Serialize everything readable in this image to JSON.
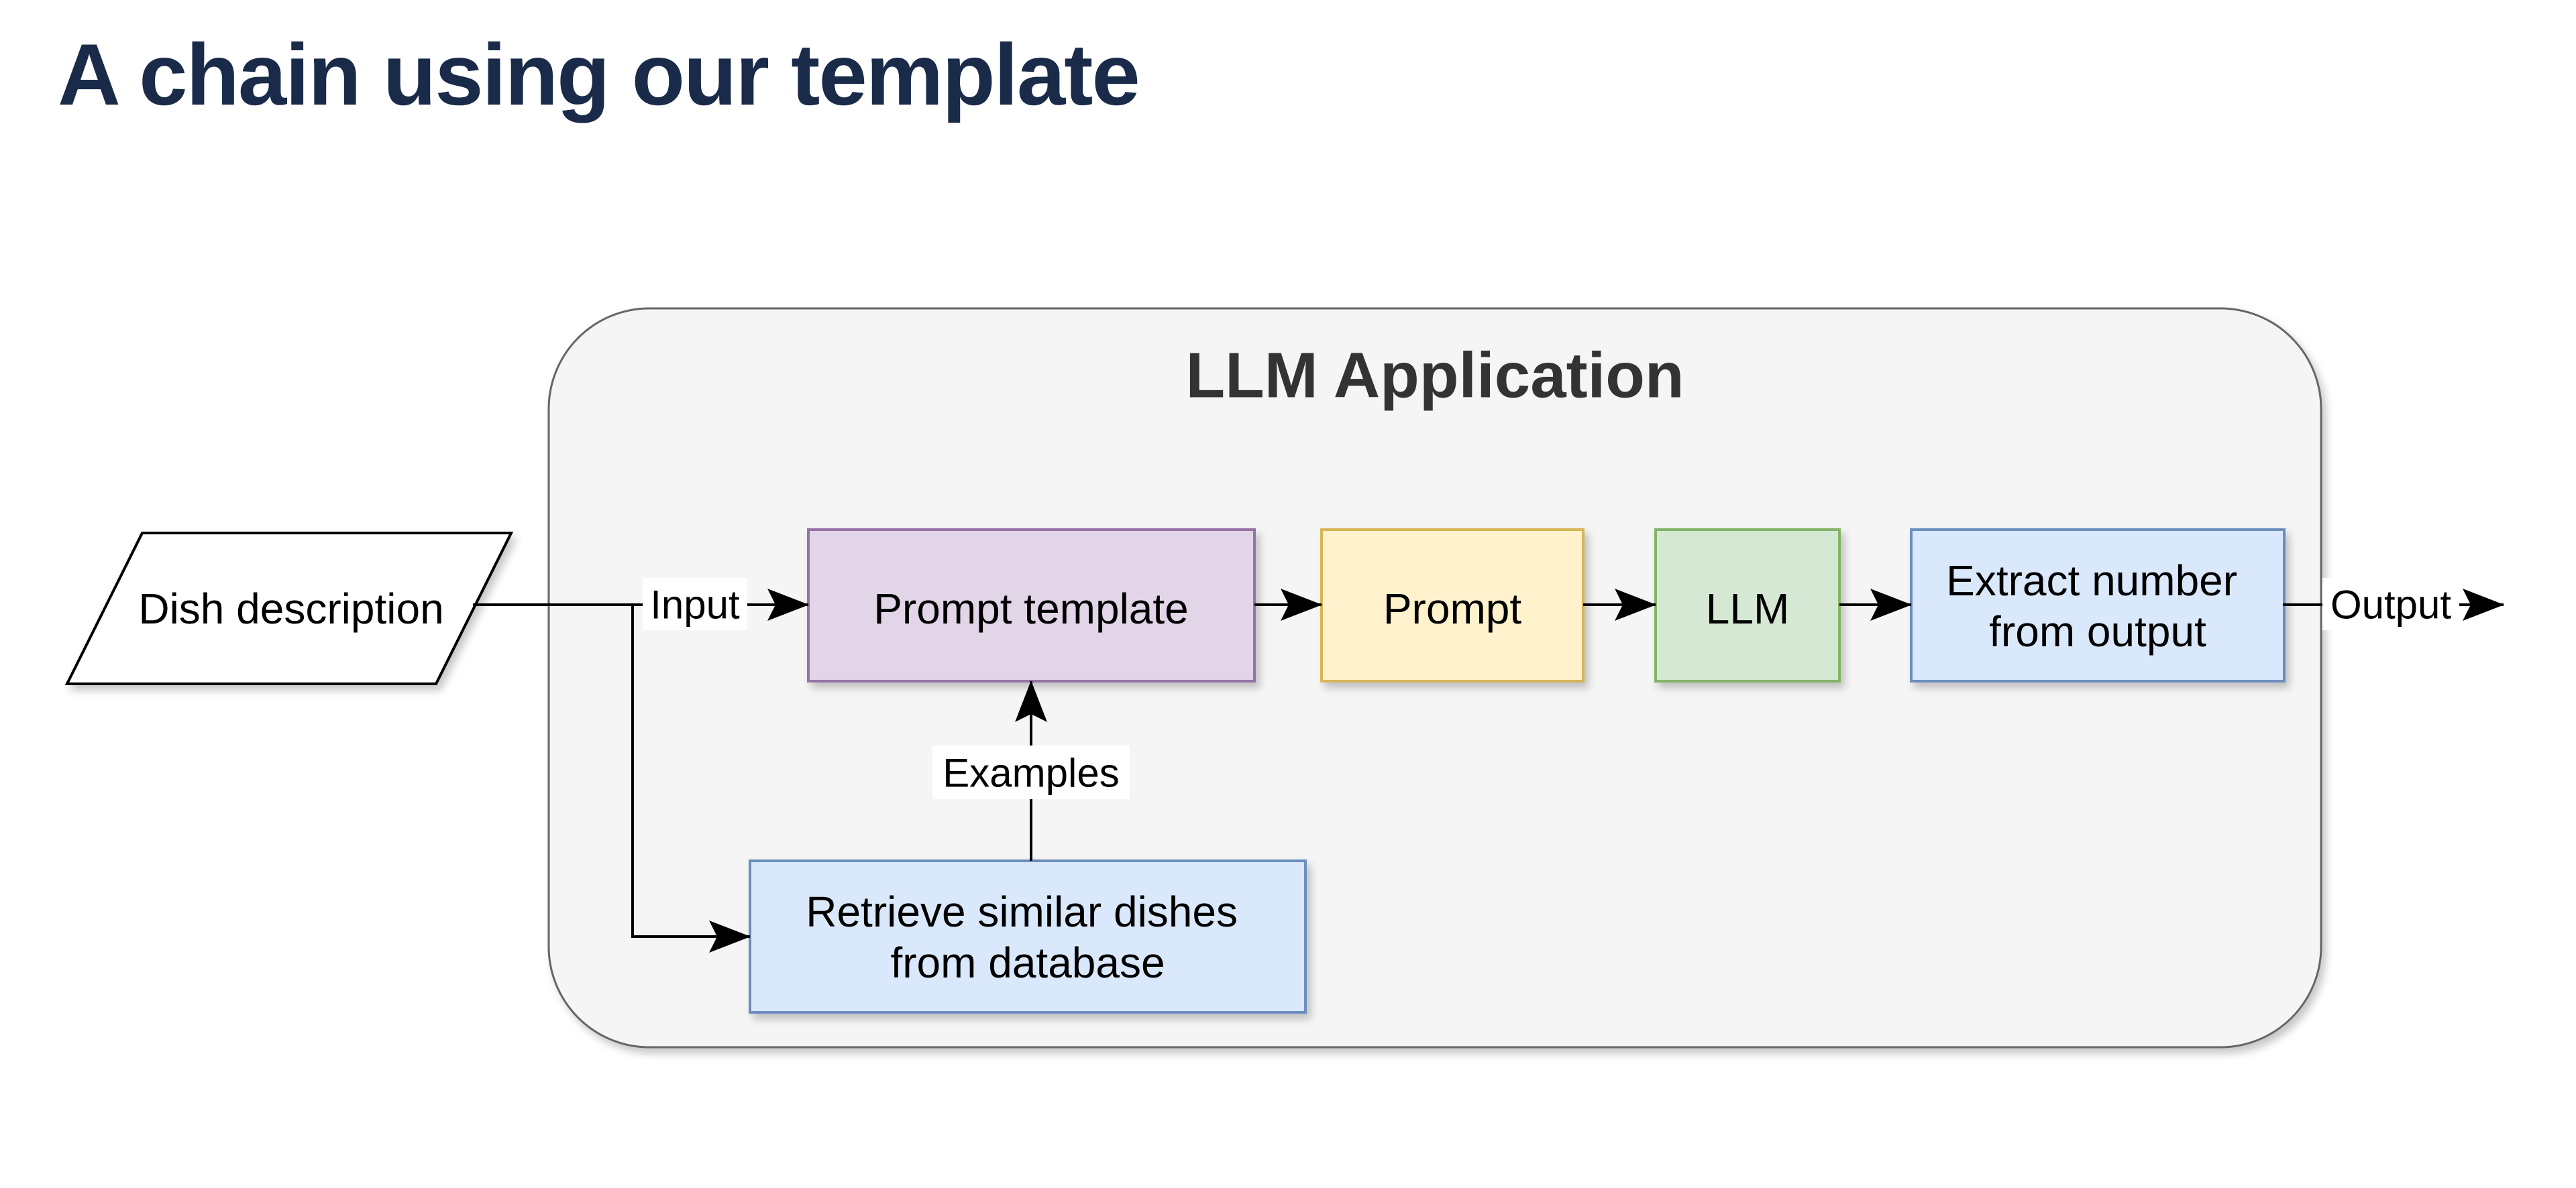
{
  "title": "A chain using our template",
  "colors": {
    "page_background": "#FFFFFF",
    "title_text": "#1A2B4A",
    "container_fill": "#F5F5F5",
    "container_stroke": "#666666",
    "container_label_text": "#333333",
    "node_text": "#000000",
    "line_color": "#000000",
    "label_background": "#FFFFFF",
    "parallelogram_fill": "#FFFFFF",
    "parallelogram_stroke": "#000000",
    "purple_fill": "#E1D5E7",
    "purple_stroke": "#9673A6",
    "yellow_fill": "#FFF2CC",
    "yellow_stroke": "#D6B656",
    "green_fill": "#D5E8D4",
    "green_stroke": "#82B366",
    "blue_fill": "#DAE8FC",
    "blue_stroke": "#6C8EBF"
  },
  "diagram": {
    "container_label": "LLM Application",
    "nodes": {
      "dish": {
        "label": "Dish description",
        "shape": "parallelogram"
      },
      "prompt_template": {
        "label": "Prompt template"
      },
      "prompt": {
        "label": "Prompt"
      },
      "llm": {
        "label": "LLM"
      },
      "extract": {
        "line1": "Extract number",
        "line2": "from output"
      },
      "retrieve": {
        "line1": "Retrieve similar dishes",
        "line2": "from database"
      }
    },
    "edge_labels": {
      "input": "Input",
      "examples": "Examples",
      "output": "Output"
    }
  }
}
